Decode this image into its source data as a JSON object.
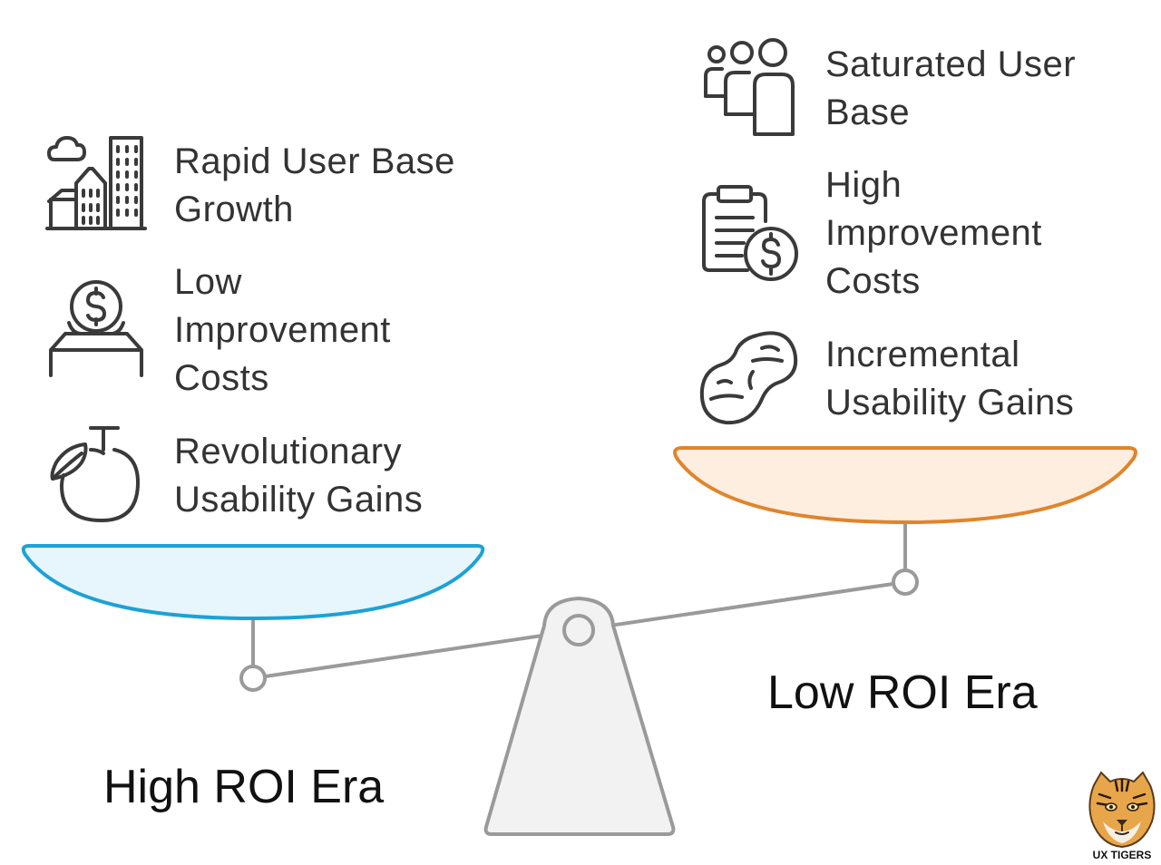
{
  "diagram": {
    "left_pan": {
      "title": "High ROI Era",
      "items": [
        {
          "label_lines": [
            "Rapid User Base",
            "Growth"
          ],
          "icon": "city-buildings-icon"
        },
        {
          "label_lines": [
            "Low",
            "Improvement",
            "Costs"
          ],
          "icon": "coin-deposit-box-icon"
        },
        {
          "label_lines": [
            "Revolutionary",
            "Usability Gains"
          ],
          "icon": "fruit-icon"
        }
      ]
    },
    "right_pan": {
      "title": "Low ROI Era",
      "items": [
        {
          "label_lines": [
            "Saturated User",
            "Base"
          ],
          "icon": "user-group-icon"
        },
        {
          "label_lines": [
            "High",
            "Improvement",
            "Costs"
          ],
          "icon": "invoice-dollar-icon"
        },
        {
          "label_lines": [
            "Incremental",
            "Usability Gains"
          ],
          "icon": "peanut-icon"
        }
      ]
    },
    "colors": {
      "left_pan_stroke": "#1da1d6",
      "left_pan_fill": "#e6f6fc",
      "right_pan_stroke": "#e0842c",
      "right_pan_fill": "#fdeee0",
      "beam": "#9a9a9a",
      "fulcrum_fill": "#f2f2f2",
      "icon_stroke": "#3a3a3a"
    }
  },
  "logo": {
    "text": "UX TIGERS",
    "icon": "tiger-head-icon"
  }
}
